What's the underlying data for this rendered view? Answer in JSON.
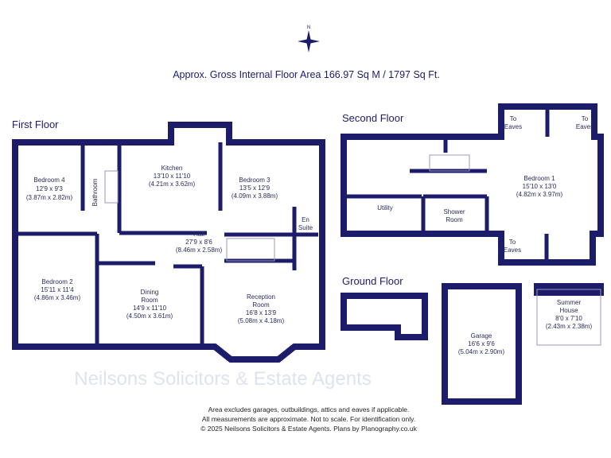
{
  "title": "Approx. Gross Internal Floor Area 166.97 Sq M / 1797 Sq Ft.",
  "compass_icon": "compass-rose-icon",
  "watermark": "Neilsons Solicitors & Estate Agents",
  "colors": {
    "walls": "#1c1c6b",
    "text": "#2a2a5a"
  },
  "floors": {
    "first": {
      "label": "First Floor",
      "rooms": [
        {
          "name": "Bedroom 4",
          "imperial": "12'9 x 9'3",
          "metric": "(3.87m x 2.82m)"
        },
        {
          "name": "Bathroom"
        },
        {
          "name": "Kitchen",
          "imperial": "13'10 x 11'10",
          "metric": "(4.21m x 3.62m)"
        },
        {
          "name": "Bedroom 3",
          "imperial": "13'5 x 12'9",
          "metric": "(4.09m x 3.88m)"
        },
        {
          "name": "En",
          "name2": "Suite"
        },
        {
          "name": "Hall",
          "imperial": "27'9 x 8'6",
          "metric": "(8.46m x 2.58m)"
        },
        {
          "name": "Bedroom 2",
          "imperial": "15'11 x 11'4",
          "metric": "(4.86m x 3.46m)"
        },
        {
          "name": "Dining",
          "name2": "Room",
          "imperial": "14'9 x 11'10",
          "metric": "(4.50m x 3.61m)"
        },
        {
          "name": "Reception",
          "name2": "Room",
          "imperial": "16'8 x 13'9",
          "metric": "(5.08m x 4.18m)"
        }
      ]
    },
    "second": {
      "label": "Second Floor",
      "rooms": [
        {
          "name": "Bedroom 1",
          "imperial": "15'10 x 13'0",
          "metric": "(4.82m x 3.97m)"
        },
        {
          "name": "Utility"
        },
        {
          "name": "Shower",
          "name2": "Room"
        },
        {
          "name": "To",
          "name2": "Eaves"
        },
        {
          "name": "To",
          "name2": "Eaves"
        },
        {
          "name": "To",
          "name2": "Eaves"
        }
      ]
    },
    "ground": {
      "label": "Ground Floor",
      "rooms": [
        {
          "name": "Garage",
          "imperial": "16'6 x 9'6",
          "metric": "(5.04m x 2.90m)"
        },
        {
          "name": "Summer",
          "name2": "House",
          "imperial": "8'0 x 7'10",
          "metric": "(2.43m x 2.38m)"
        }
      ]
    }
  },
  "footer": [
    "Area excludes garages, outbuildings, attics and eaves if applicable.",
    "All measurements are approximate. Not to scale. For identification only.",
    "© 2025 Neilsons Solicitors & Estate Agents. Plans by Planography.co.uk"
  ]
}
